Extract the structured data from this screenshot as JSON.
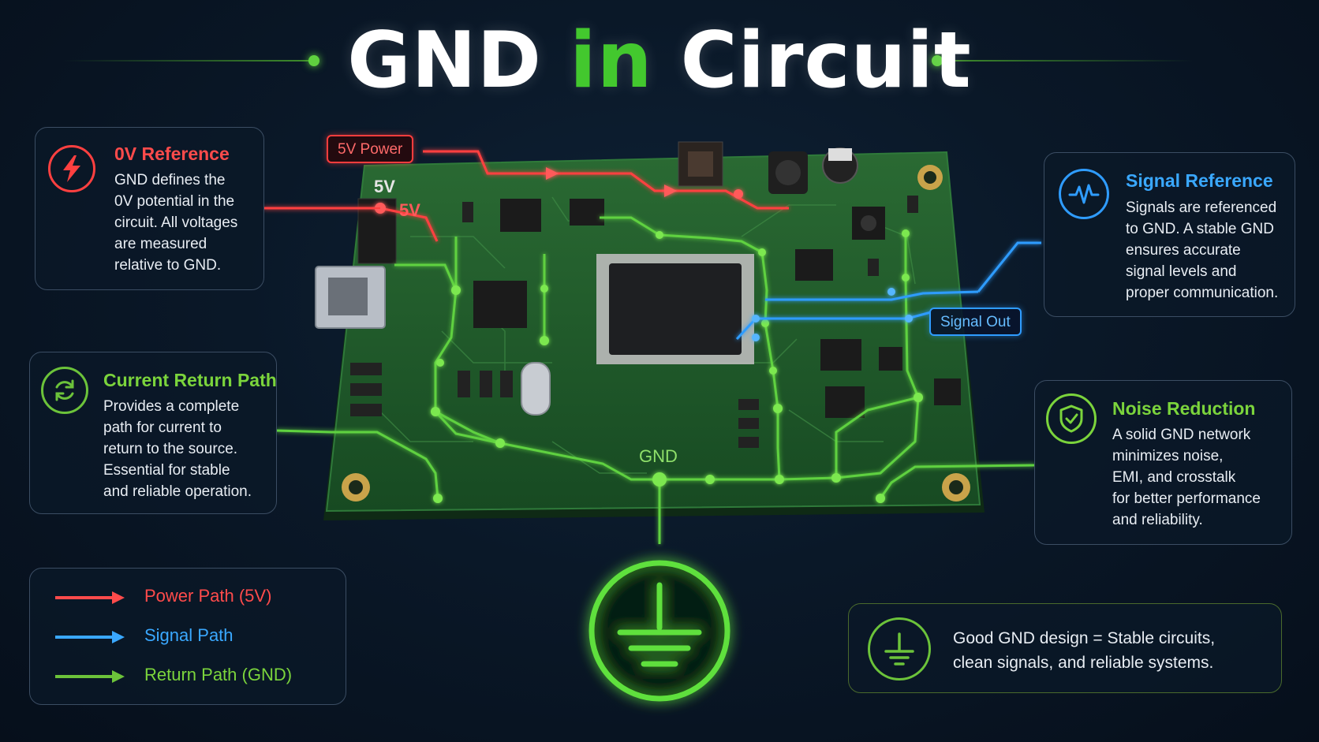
{
  "title": {
    "part1": "GND",
    "part2": "in",
    "part3": "Circuit"
  },
  "colors": {
    "power": "#ff4b4b",
    "signal": "#3aa8ff",
    "ground": "#5fd13f",
    "pcb": "#1f5a2a"
  },
  "cards": {
    "ref": {
      "icon": "lightning-icon",
      "title": "0V Reference",
      "lines": [
        "GND defines the",
        "0V potential in the",
        "circuit. All voltages",
        "are measured",
        "relative to GND."
      ]
    },
    "current": {
      "icon": "cycle-arrows-icon",
      "title": "Current Return Path",
      "lines": [
        "Provides a complete",
        "path for current to",
        "return to the source.",
        "Essential for stable",
        "and reliable operation."
      ]
    },
    "signal": {
      "icon": "waveform-icon",
      "title": "Signal Reference",
      "lines": [
        "Signals are referenced",
        "to GND. A stable GND",
        "ensures accurate",
        "signal levels and",
        "proper communication."
      ]
    },
    "noise": {
      "icon": "shield-check-icon",
      "title": "Noise Reduction",
      "lines": [
        "A solid GND network",
        "minimizes noise,",
        "EMI, and crosstalk",
        "for better performance",
        "and reliability."
      ]
    }
  },
  "legend": {
    "power": "Power Path (5V)",
    "signal": "Signal Path",
    "ret": "Return Path (GND)"
  },
  "footer": {
    "icon": "ground-symbol-icon",
    "lines": [
      "Good GND design = Stable circuits,",
      "clean signals, and reliable systems."
    ]
  },
  "pcb": {
    "power_tag": "5V Power",
    "signal_tag": "Signal Out",
    "silk_5v_a": "5V",
    "silk_5v_b": "5V",
    "gnd_label": "GND"
  },
  "ground_symbol": "ground-symbol-icon"
}
